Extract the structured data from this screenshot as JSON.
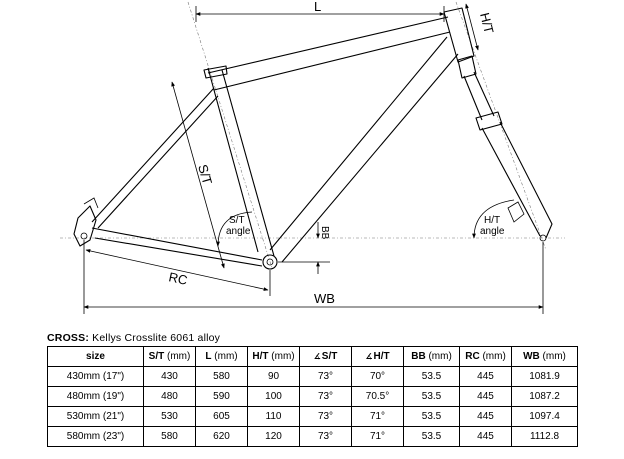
{
  "diagram": {
    "labels": {
      "l": "L",
      "ht": "H/T",
      "st": "S/T",
      "st_angle_1": "S/T",
      "st_angle_2": "angle",
      "ht_angle_1": "H/T",
      "ht_angle_2": "angle",
      "bb": "BB",
      "rc": "RC",
      "wb": "WB"
    }
  },
  "heading": {
    "model_prefix": "CROSS:",
    "model_name": " Kellys Crosslite 6061 alloy"
  },
  "table": {
    "headers": [
      {
        "label": "size",
        "unit": ""
      },
      {
        "label": "S/T",
        "unit": " (mm)"
      },
      {
        "label": "L",
        "unit": " (mm)"
      },
      {
        "label": "H/T",
        "unit": " (mm)"
      },
      {
        "label": "S/T",
        "unit": ""
      },
      {
        "label": "H/T",
        "unit": ""
      },
      {
        "label": "BB",
        "unit": " (mm)"
      },
      {
        "label": "RC",
        "unit": " (mm)"
      },
      {
        "label": "WB",
        "unit": " (mm)"
      }
    ],
    "rows": [
      [
        "430mm (17\")",
        "430",
        "580",
        "90",
        "73°",
        "70°",
        "53.5",
        "445",
        "1081.9"
      ],
      [
        "480mm (19\")",
        "480",
        "590",
        "100",
        "73°",
        "70.5°",
        "53.5",
        "445",
        "1087.2"
      ],
      [
        "530mm (21\")",
        "530",
        "605",
        "110",
        "73°",
        "71°",
        "53.5",
        "445",
        "1097.4"
      ],
      [
        "580mm (23\")",
        "580",
        "620",
        "120",
        "73°",
        "71°",
        "53.5",
        "445",
        "1112.8"
      ]
    ]
  }
}
